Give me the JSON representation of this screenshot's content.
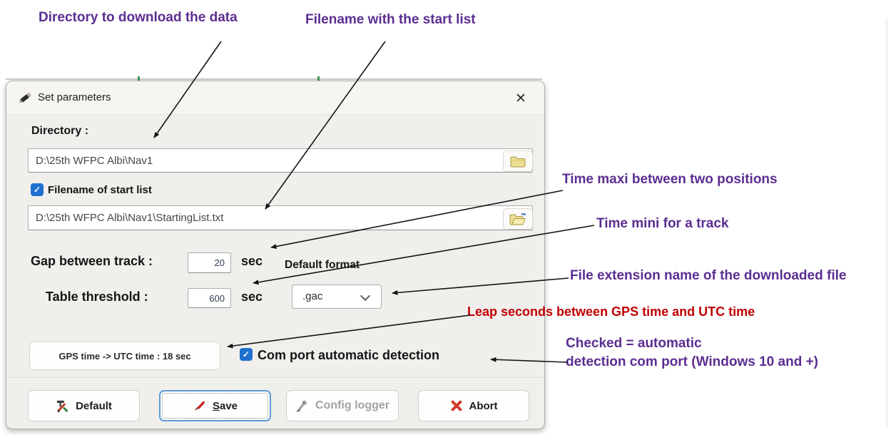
{
  "annotations": {
    "directory_note": "Directory to download the data",
    "filename_note": "Filename with the start list",
    "time_maxi_note": "Time maxi between two positions",
    "time_mini_note": "Time mini for a track",
    "file_ext_note": "File extension name of the downloaded file",
    "leap_note": "Leap seconds between GPS time and UTC time",
    "com_note_line1": "Checked  = automatic",
    "com_note_line2": "detection com port (Windows 10 and +)"
  },
  "dialog": {
    "title": "Set parameters",
    "directory_label": "Directory :",
    "directory_value": "D:\\25th WFPC Albi\\Nav1",
    "filename_checkbox_label": "Filename of start list",
    "filename_value": "D:\\25th WFPC Albi\\Nav1\\StartingList.txt",
    "gap_label": "Gap between track :",
    "gap_value": "20",
    "gap_unit": "sec",
    "default_format_label": "Default format",
    "threshold_label": "Table threshold :",
    "threshold_value": "600",
    "threshold_unit": "sec",
    "format_value": ".gac",
    "gps_button_label": "GPS time -> UTC time : 18 sec",
    "com_port_label": "Com port automatic detection",
    "footer": {
      "default_label": "Default",
      "save_key": "S",
      "save_rest": "ave",
      "config_label": "Config logger",
      "abort_label": "Abort"
    }
  },
  "icons": {
    "close": "✕",
    "check": "✓"
  },
  "colors": {
    "annotation_purple": "#5c2d91",
    "annotation_red": "#c00000",
    "checkbox_blue": "#1f6fd1",
    "save_focus_blue": "#5b9bd5"
  }
}
